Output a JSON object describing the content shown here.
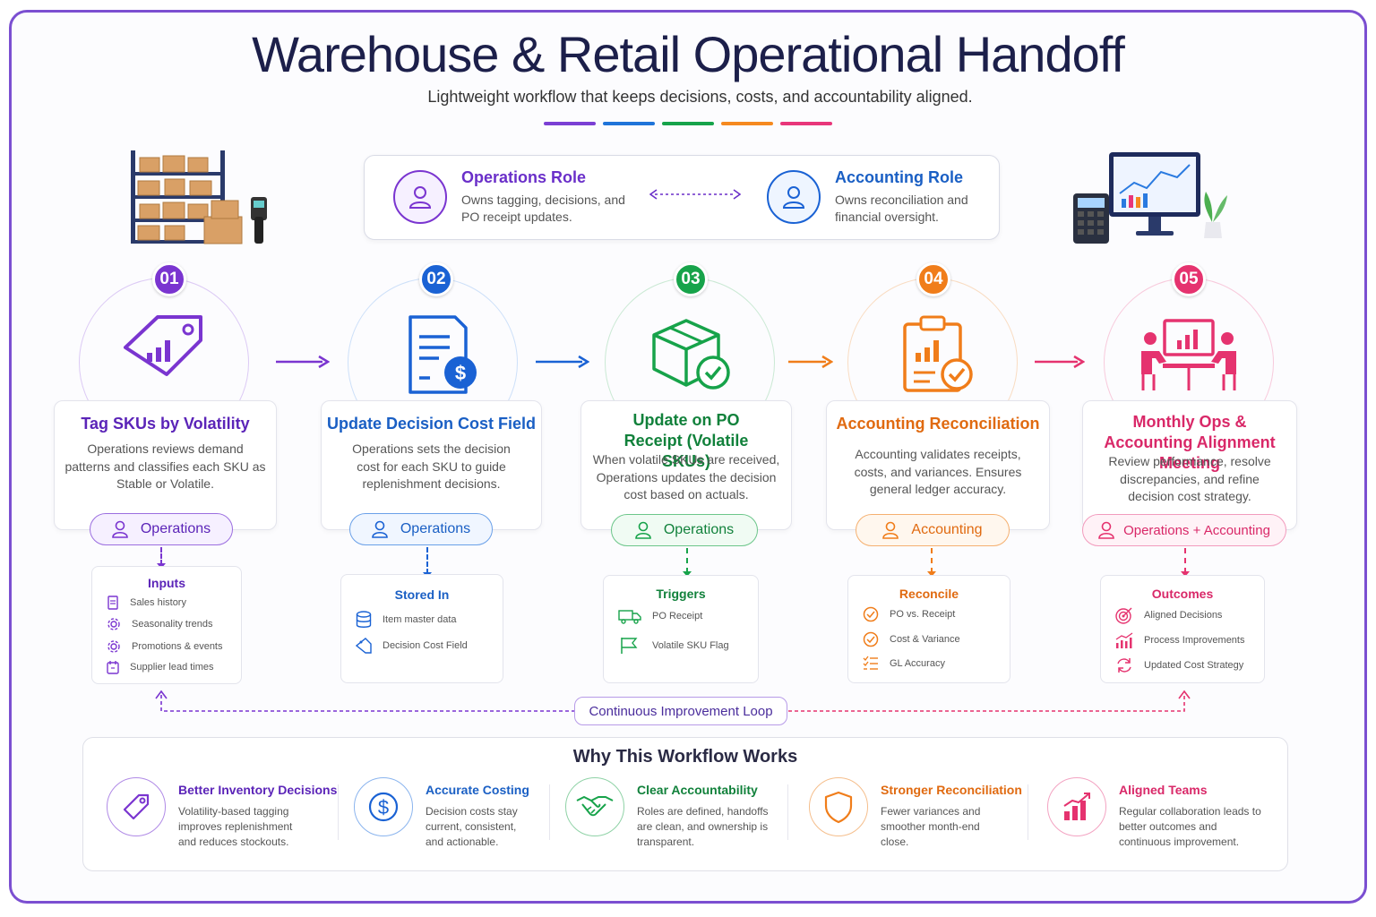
{
  "header": {
    "title": "Warehouse & Retail Operational Handoff",
    "subtitle": "Lightweight workflow that keeps decisions, costs, and accountability aligned.",
    "accent_colors": [
      "#7b3fd4",
      "#1f74d9",
      "#16a34a",
      "#f58a1f",
      "#e8367a"
    ]
  },
  "roles": {
    "operations": {
      "title": "Operations Role",
      "desc": "Owns tagging, decisions, and PO receipt updates.",
      "color": "#6a2fc9",
      "icon": "user-icon"
    },
    "accounting": {
      "title": "Accounting Role",
      "desc": "Owns reconciliation and financial oversight.",
      "color": "#1a5fc4",
      "icon": "user-icon"
    }
  },
  "steps": [
    {
      "num": "01",
      "color": "#7a35d0",
      "icon": "price-tag-chart-icon",
      "title": "Tag SKUs by Volatility",
      "desc": "Operations reviews demand patterns and classifies each SKU as Stable or Volatile.",
      "owner": "Operations",
      "sub": {
        "title": "Inputs",
        "items": [
          {
            "icon": "document-icon",
            "label": "Sales history"
          },
          {
            "icon": "gear-icon",
            "label": "Seasonality trends"
          },
          {
            "icon": "gear-icon",
            "label": "Promotions & events"
          },
          {
            "icon": "calendar-icon",
            "label": "Supplier lead times"
          }
        ]
      }
    },
    {
      "num": "02",
      "color": "#1a62d4",
      "icon": "document-dollar-icon",
      "title": "Update Decision Cost Field",
      "desc": "Operations sets the decision cost for each SKU to guide replenishment decisions.",
      "owner": "Operations",
      "sub": {
        "title": "Stored In",
        "items": [
          {
            "icon": "database-icon",
            "label": "Item master data"
          },
          {
            "icon": "tag-icon",
            "label": "Decision Cost Field"
          }
        ]
      }
    },
    {
      "num": "03",
      "color": "#17a34a",
      "icon": "box-check-icon",
      "title": "Update on PO Receipt (Volatile SKUs)",
      "desc": "When volatile SKUs are received, Operations updates the decision cost based on actuals.",
      "owner": "Operations",
      "sub": {
        "title": "Triggers",
        "items": [
          {
            "icon": "truck-icon",
            "label": "PO Receipt"
          },
          {
            "icon": "flag-icon",
            "label": "Volatile SKU Flag"
          }
        ]
      }
    },
    {
      "num": "04",
      "color": "#f07d1a",
      "icon": "clipboard-chart-check-icon",
      "title": "Accounting Reconciliation",
      "desc": "Accounting validates receipts, costs, and variances. Ensures general ledger accuracy.",
      "owner": "Accounting",
      "sub": {
        "title": "Reconcile",
        "items": [
          {
            "icon": "check-circle-icon",
            "label": "PO vs. Receipt"
          },
          {
            "icon": "check-circle-icon",
            "label": "Cost & Variance"
          },
          {
            "icon": "checklist-icon",
            "label": "GL Accuracy"
          }
        ]
      }
    },
    {
      "num": "05",
      "color": "#e5336f",
      "icon": "meeting-icon",
      "title": "Monthly Ops & Accounting Alignment Meeting",
      "desc": "Review performance, resolve discrepancies, and refine decision cost strategy.",
      "owner": "Operations + Accounting",
      "sub": {
        "title": "Outcomes",
        "items": [
          {
            "icon": "target-icon",
            "label": "Aligned Decisions"
          },
          {
            "icon": "trend-icon",
            "label": "Process Improvements"
          },
          {
            "icon": "refresh-icon",
            "label": "Updated Cost Strategy"
          }
        ]
      }
    }
  ],
  "loop": {
    "label": "Continuous Improvement Loop"
  },
  "why": {
    "title": "Why This Workflow Works",
    "benefits": [
      {
        "title": "Better Inventory Decisions",
        "desc": "Volatility-based tagging improves replenishment and reduces stockouts.",
        "color": "#6a2fc9",
        "icon": "tag-icon"
      },
      {
        "title": "Accurate Costing",
        "desc": "Decision costs stay current, consistent, and actionable.",
        "color": "#1a62d4",
        "icon": "dollar-icon"
      },
      {
        "title": "Clear Accountability",
        "desc": "Roles are defined, handoffs are clean, and ownership is transparent.",
        "color": "#17a34a",
        "icon": "handshake-icon"
      },
      {
        "title": "Stronger Reconciliation",
        "desc": "Fewer variances and smoother month-end close.",
        "color": "#f07d1a",
        "icon": "shield-icon"
      },
      {
        "title": "Aligned Teams",
        "desc": "Regular collaboration leads to better outcomes and continuous improvement.",
        "color": "#e5336f",
        "icon": "bar-chart-icon"
      }
    ]
  }
}
